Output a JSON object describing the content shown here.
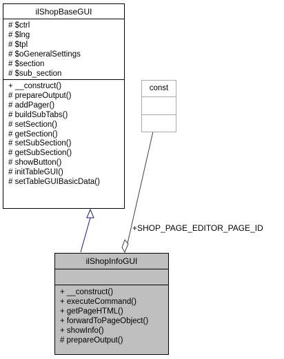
{
  "base_class": {
    "name": "ilShopBaseGUI",
    "attributes": [
      "# $ctrl",
      "# $lng",
      "# $tpl",
      "# $oGeneralSettings",
      "# $section",
      "# $sub_section"
    ],
    "methods": [
      "+ __construct()",
      "# prepareOutput()",
      "# addPager()",
      "# buildSubTabs()",
      "# setSection()",
      "# getSection()",
      "# setSubSection()",
      "# getSubSection()",
      "# showButton()",
      "# initTableGUI()",
      "# setTableGUIBasicData()"
    ]
  },
  "const_class": {
    "name": "const"
  },
  "info_class": {
    "name": "ilShopInfoGUI",
    "methods": [
      "+ __construct()",
      "+ executeCommand()",
      "+ getPageHTML()",
      "+ forwardToPageObject()",
      "+ showInfo()",
      "# prepareOutput()"
    ],
    "fill_color": "#bfbfbf"
  },
  "association": {
    "label": "+SHOP_PAGE_EDITOR_PAGE_ID"
  },
  "colors": {
    "inheritance_arrow": "#191970",
    "association_line": "#404040",
    "light_border": "#a8a8a8"
  }
}
